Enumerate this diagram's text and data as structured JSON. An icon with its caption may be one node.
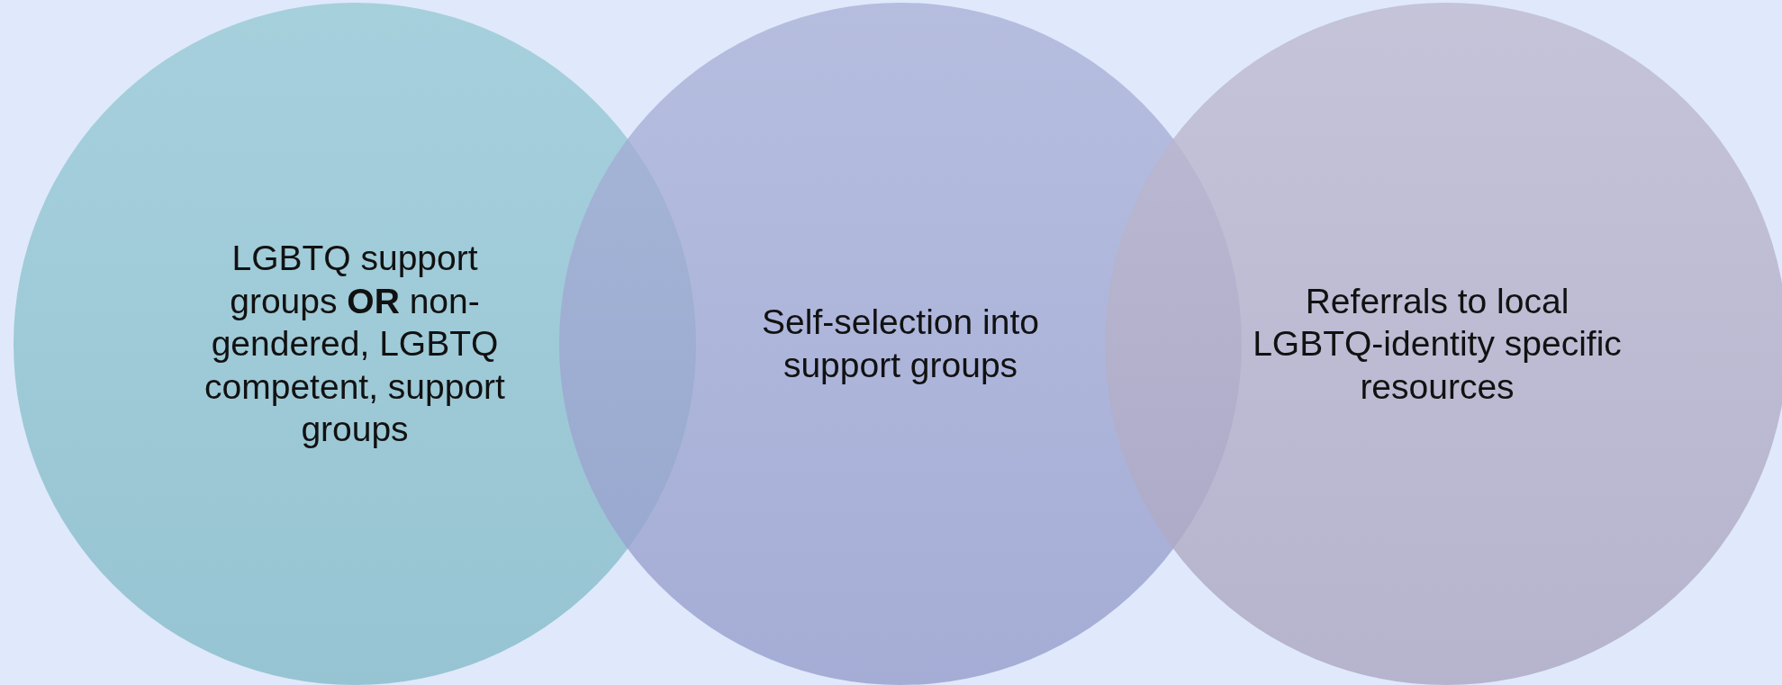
{
  "diagram": {
    "nodes": [
      {
        "text": [
          "LGBTQ support groups **OR** non-gendered, LGBTQ competent, support groups"
        ]
      },
      {
        "text": [
          "Self-selection into support groups"
        ]
      },
      {
        "text": [
          "Referrals to local LGBTQ-identity specific resources"
        ]
      }
    ]
  }
}
